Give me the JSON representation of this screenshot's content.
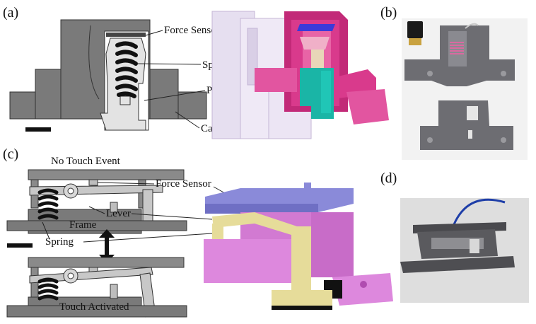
{
  "panels": {
    "a": {
      "label": "(a)",
      "callouts": {
        "force_sensor": "Force Sensor",
        "spring": "Spring",
        "piston": "Piston",
        "casing": "Casing"
      }
    },
    "b": {
      "label": "(b)"
    },
    "c": {
      "label": "(c)",
      "state_top": "No Touch Event",
      "state_bottom": "Touch Activated",
      "callouts": {
        "force_sensor": "Force Sensor",
        "lever": "Lever",
        "frame": "Frame",
        "spring": "Spring"
      }
    },
    "d": {
      "label": "(d)"
    }
  },
  "colors": {
    "casing_gray": "#7a7a7a",
    "piston_light": "#e3e3e3",
    "casing_3d_pink": "#d93a8c",
    "casing_3d_ghost": "#e6dff0",
    "piston_teal": "#1ab5a6",
    "sensor_blue": "#3a3ad9",
    "frame_pink": "#dd88dd",
    "lever_yellow": "#e6dc9a",
    "plate_purple": "#8a8ad9"
  }
}
